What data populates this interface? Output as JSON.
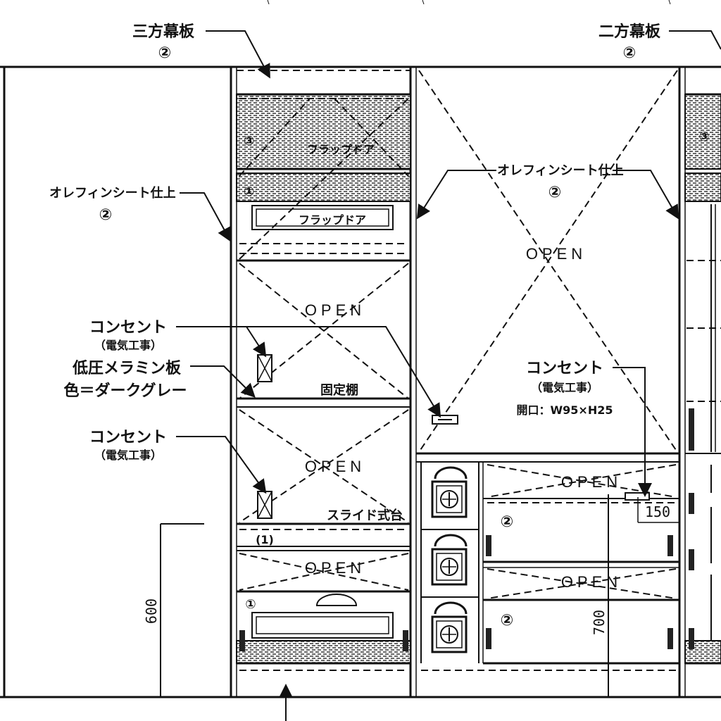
{
  "labels": {
    "sanpo_makuita": "三方幕板",
    "nihou_makuita": "二方幕板",
    "olefin_left": "オレフィンシート仕上",
    "olefin_right": "オレフィンシート仕上",
    "circled_2": "②",
    "circled_3": "③",
    "circled_1": "①",
    "flap_door": "フラップドア",
    "open": "OPEN",
    "outlet": "コンセント",
    "denki_kouji": "（電気工事）",
    "melamine": "低圧メラミン板",
    "color_dark_grey": "色＝ダークグレー",
    "kotei_dana": "固定棚",
    "slide_dai": "スライド式台",
    "kaikou": "開口：W95×H25",
    "paren_1": "(1)"
  },
  "dimensions": {
    "d600": "600",
    "d700": "700",
    "d150": "150"
  }
}
